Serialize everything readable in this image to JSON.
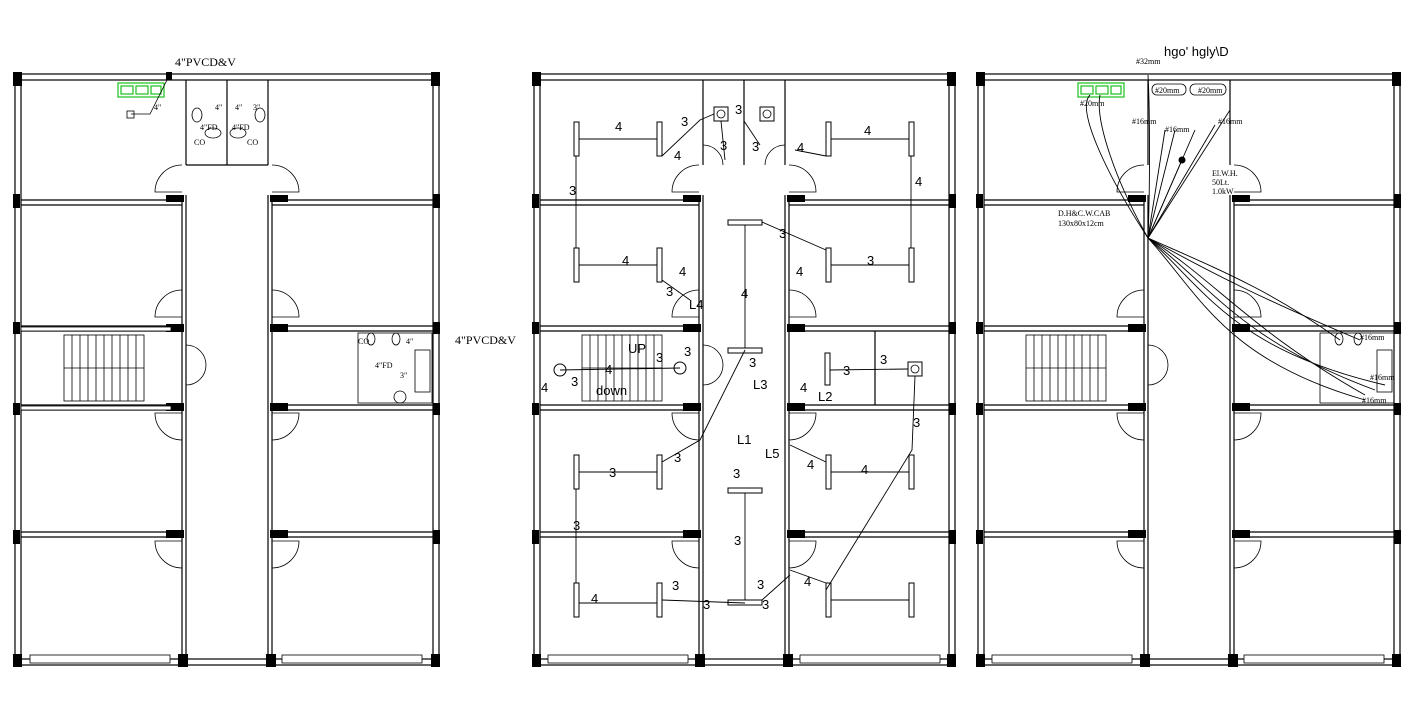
{
  "plan1": {
    "top_label": "4\"PVCD&V",
    "side_label": "4\"PVCD&V",
    "pipe_label": "4\"",
    "fd_label_a": "4\"FD",
    "fd_label_b": "4\"FD",
    "fd_label_c": "4\"FD",
    "dim_a": "4\"",
    "dim_b": "4\"",
    "dim_c": "3\"",
    "dim_d": "4\"",
    "dim_e": "3\"",
    "co_label": "CO",
    "co_label_b": "CO",
    "co_label_c": "CO"
  },
  "plan2": {
    "labels": {
      "up": "UP",
      "down": "down",
      "l1": "L1",
      "l2": "L2",
      "l3": "L3",
      "l4": "L4",
      "l5": "L5"
    },
    "circuit_numbers": [
      "4",
      "3",
      "3",
      "3",
      "4",
      "3",
      "4",
      "3",
      "4",
      "4",
      "3",
      "4",
      "3",
      "4",
      "3",
      "3",
      "3",
      "4",
      "4",
      "3",
      "3",
      "4",
      "3",
      "3",
      "3",
      "4",
      "4",
      "3",
      "3",
      "4",
      "4",
      "3",
      "3",
      "3",
      "4",
      "3",
      "3",
      "4",
      "3",
      "3"
    ]
  },
  "plan3": {
    "top_label": "hgo' hgly\\D",
    "pipe_32": "#32mm",
    "pipe_20a": "#20mm",
    "pipe_20b": "#20mm",
    "pipe_20c": "#20mm",
    "pipe_16a": "#16mm",
    "pipe_16b": "#16mm",
    "pipe_16c": "#16mm",
    "pipe_16d": "#16mm",
    "pipe_16e": "#16mm",
    "pipe_16f": "#16mm",
    "ewh_1": "El.W.H.",
    "ewh_2": "50Lt.",
    "ewh_3": "1.0kW",
    "cab_1": "D.H&C.W.CAB",
    "cab_2": "130x80x12cm"
  }
}
